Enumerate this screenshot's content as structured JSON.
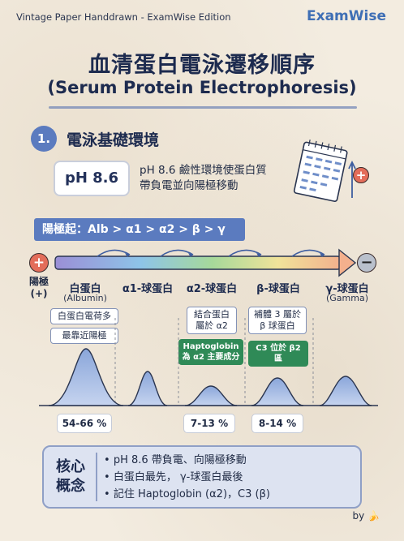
{
  "header": {
    "top_text": "Vintage Paper Handdrawn - ExamWise Edition",
    "brand": "ExamWise",
    "title_zh": "血清蛋白電泳遷移順序",
    "title_en": "(Serum Protein Electrophoresis)"
  },
  "section1": {
    "number": "1.",
    "title": "電泳基礎環境",
    "ph_value": "pH 8.6",
    "desc_line1": "pH 8.6 鹼性環境使蛋白質",
    "desc_line2": "帶負電並向陽極移動"
  },
  "order_banner": "陽極起：Alb > α1 > α2 > β > γ",
  "electrodes": {
    "anode_symbol": "+",
    "cathode_symbol": "−",
    "anode_label_line1": "陽極",
    "anode_label_line2": "(+)"
  },
  "fractions": [
    {
      "name": "白蛋白",
      "sub": "(Albumin)",
      "notes": [
        "白蛋白電荷多",
        "最靠近陽極"
      ],
      "green": "",
      "percent": "54-66 %"
    },
    {
      "name": "α1-球蛋白",
      "sub": "",
      "notes": [],
      "green": "",
      "percent": ""
    },
    {
      "name": "α2-球蛋白",
      "sub": "",
      "notes": [
        "結合蛋白",
        "屬於 α2"
      ],
      "green_line1": "Haptoglobin",
      "green_line2": "為 α2 主要成分",
      "percent": "7-13 %"
    },
    {
      "name": "β-球蛋白",
      "sub": "",
      "notes": [
        "補體 3 屬於",
        "β 球蛋白"
      ],
      "green": "C3 位於 β2 區",
      "percent": "8-14 %"
    },
    {
      "name": "γ-球蛋白",
      "sub": "(Gamma)",
      "notes": [],
      "green": "",
      "percent": ""
    }
  ],
  "core": {
    "label_line1": "核心",
    "label_line2": "概念",
    "points": [
      "pH 8.6 帶負電、向陽極移動",
      "白蛋白最先， γ-球蛋白最後",
      "記住 Haptoglobin (α2)，C3 (β)"
    ]
  },
  "byline": "by"
}
